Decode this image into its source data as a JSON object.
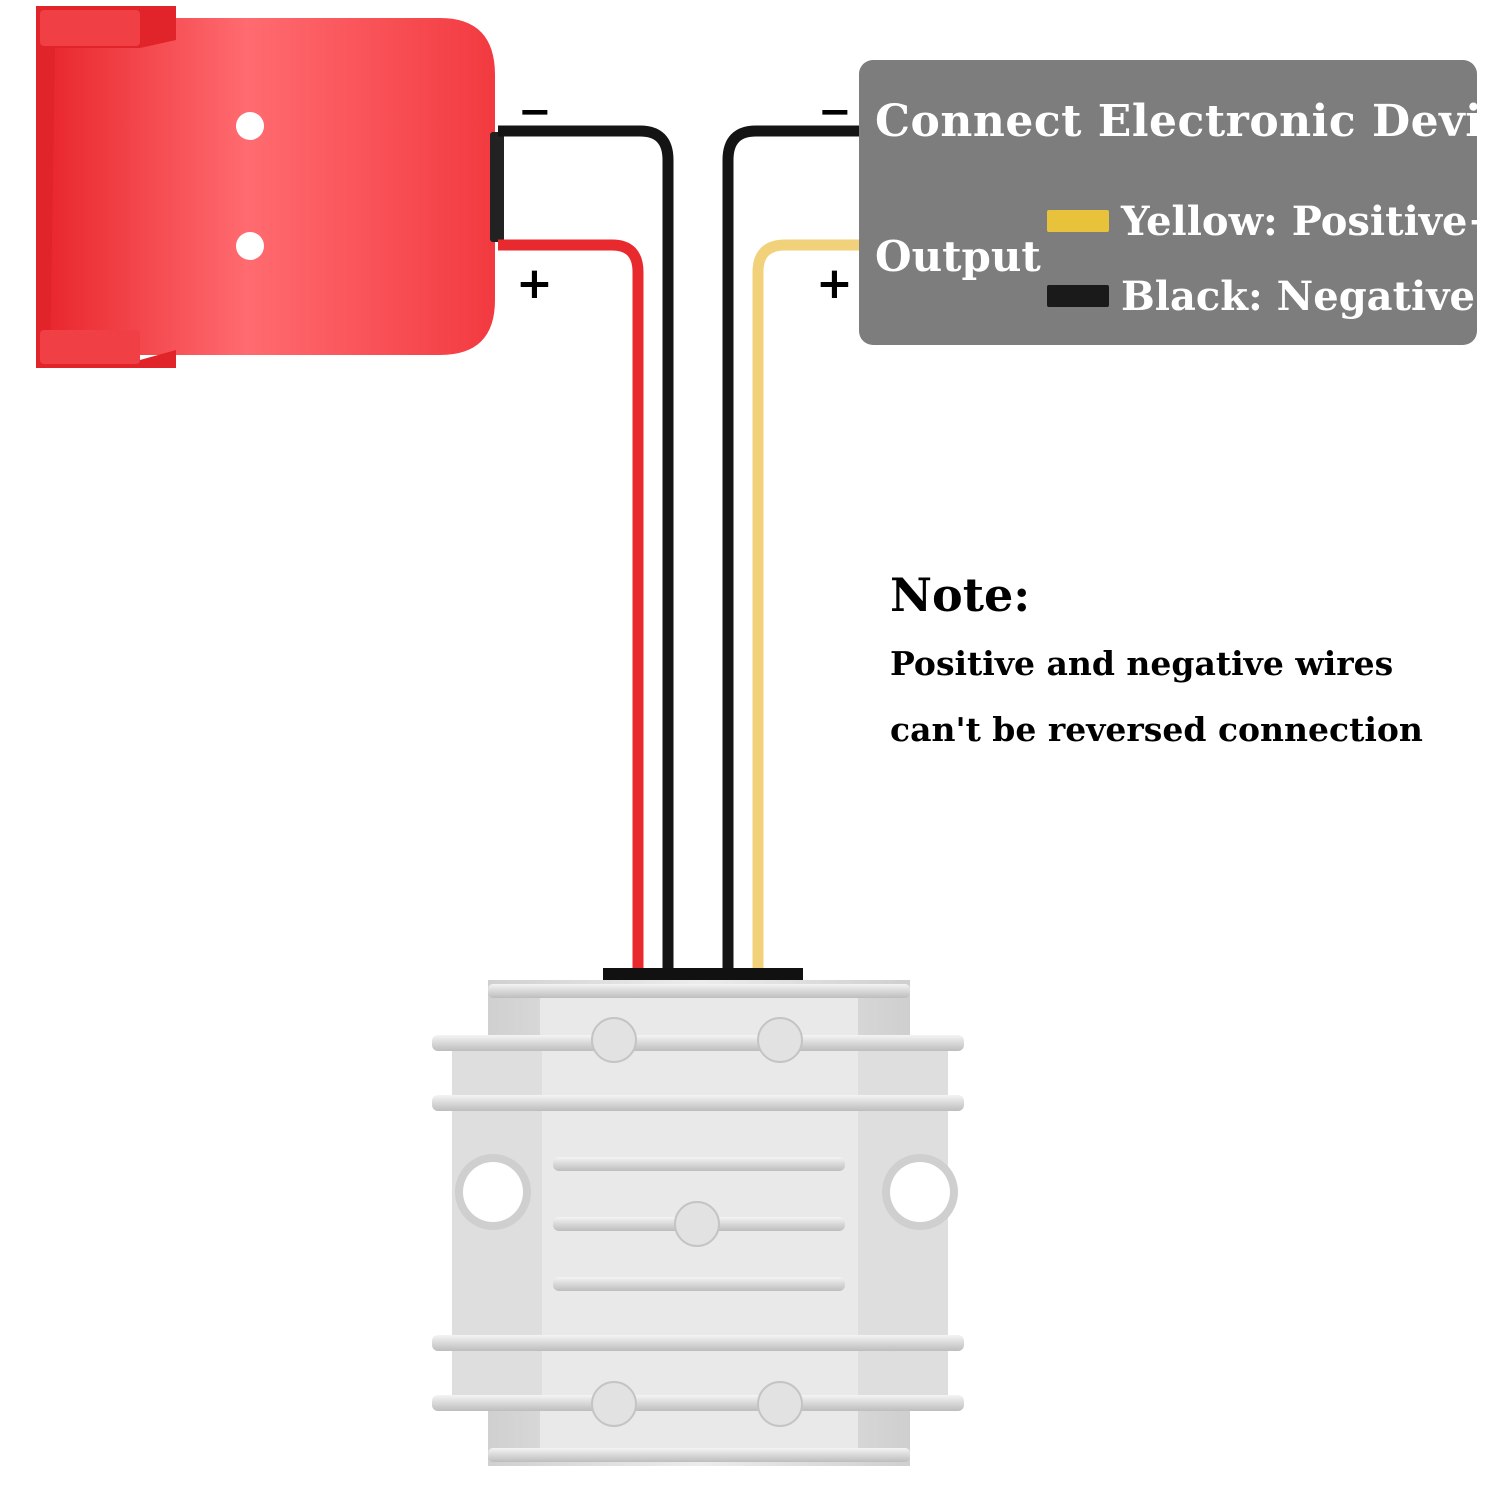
{
  "output_box": {
    "title": "Connect Electronic Device",
    "label": "Output",
    "legend": [
      {
        "text": "Yellow: Positive+",
        "color": "#e8c23a"
      },
      {
        "text": "Black: Negative-",
        "color": "#1a1a1a"
      }
    ]
  },
  "note": {
    "title": "Note:",
    "lines": [
      "Positive and negative wires",
      "can't be reversed connection"
    ]
  },
  "terminals": {
    "input_negative": "−",
    "input_positive": "+",
    "output_negative": "−",
    "output_positive": "+"
  },
  "colors": {
    "red_wire": "#e8292e",
    "black_wire": "#141414",
    "yellow_wire": "#f1d27a",
    "adapter_red": "#f43c42",
    "info_box": "#7d7d7d",
    "converter_body": "#d9d9d9"
  }
}
